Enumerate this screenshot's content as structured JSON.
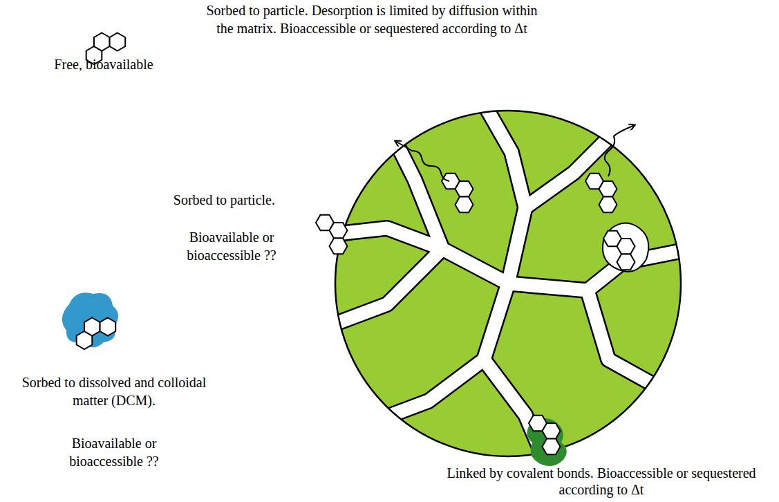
{
  "diagram": {
    "labels": [
      "Sorbed to particle. Desorption is limited by diffusion within the matrix. Bioaccessible or sequestered according to Δt",
      "Free, bioavailable",
      "Sorbed to particle.",
      "Bioavailable or bioaccessible ??",
      "Sorbed to dissolved and colloidal matter (DCM).",
      "Bioavailable or bioaccessible ??",
      "Linked by covalent bonds. Bioaccessible or sequestered according to Δt"
    ]
  }
}
